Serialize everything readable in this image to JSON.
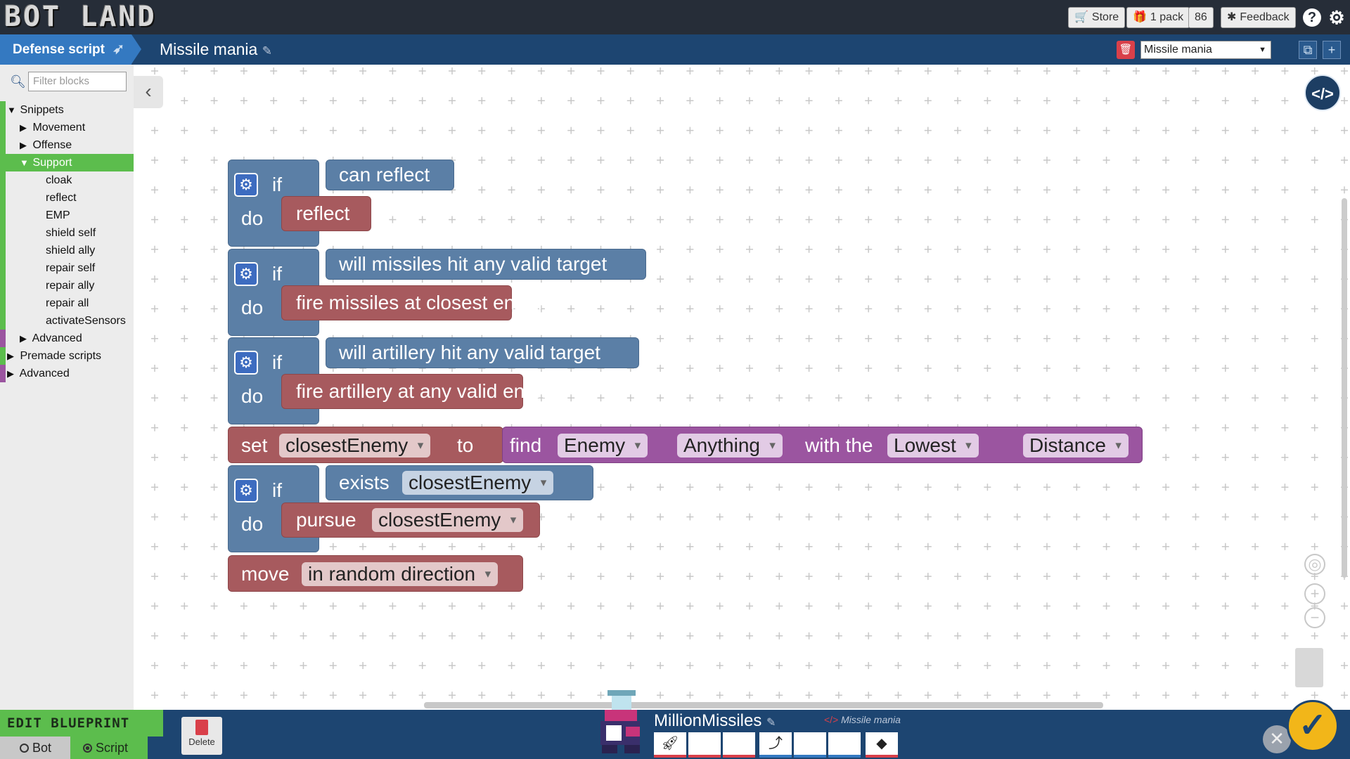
{
  "app": {
    "logo": "BOT LAND"
  },
  "topbar": {
    "store": "Store",
    "pack": "1 pack",
    "count": "86",
    "feedback": "Feedback",
    "help": "?",
    "settings": "⚙"
  },
  "scriptbar": {
    "tab_label": "Defense script",
    "script_name": "Missile mania",
    "selected_script": "Missile mania"
  },
  "sidebar": {
    "filter_placeholder": "Filter blocks",
    "items": [
      {
        "label": "Snippets",
        "tri": "▼"
      },
      {
        "label": "Movement",
        "tri": "▶"
      },
      {
        "label": "Offense",
        "tri": "▶"
      },
      {
        "label": "Support",
        "tri": "▼"
      },
      {
        "label": "cloak"
      },
      {
        "label": "reflect"
      },
      {
        "label": "EMP"
      },
      {
        "label": "shield self"
      },
      {
        "label": "shield ally"
      },
      {
        "label": "repair self"
      },
      {
        "label": "repair ally"
      },
      {
        "label": "repair all"
      },
      {
        "label": "activateSensors"
      },
      {
        "label": "Advanced",
        "tri": "▶"
      },
      {
        "label": "Premade scripts",
        "tri": "▶"
      },
      {
        "label": "Advanced",
        "tri": "▶"
      }
    ]
  },
  "blocks": {
    "if_kw": "if",
    "do_kw": "do",
    "b1_cond": "can reflect",
    "b1_action": "reflect",
    "b2_cond": "will missiles hit any valid target",
    "b2_action": "fire missiles at closest enemy",
    "b3_cond": "will artillery hit any valid target",
    "b3_action": "fire artillery at any valid enemy",
    "set_kw": "set",
    "set_var": "closestEnemy",
    "to_kw": "to",
    "find_kw": "find",
    "find_type": "Enemy",
    "find_kind": "Anything",
    "with_the": "with the",
    "find_order": "Lowest",
    "find_prop": "Distance",
    "exists_kw": "exists",
    "exists_var": "closestEnemy",
    "pursue_kw": "pursue",
    "pursue_var": "closestEnemy",
    "move_kw": "move",
    "move_dir": "in random direction"
  },
  "bottombar": {
    "edit_blueprint": "EDIT BLUEPRINT",
    "bot_option": "Bot",
    "script_option": "Script",
    "delete": "Delete",
    "bot_name": "MillionMissiles",
    "bot_script": "Missile mania"
  },
  "colors": {
    "accent_green": "#5cbd4d",
    "navy": "#1d4571",
    "block_blue": "#5b7fa6",
    "block_red": "#a75a5e",
    "block_purple": "#9b55a0"
  }
}
